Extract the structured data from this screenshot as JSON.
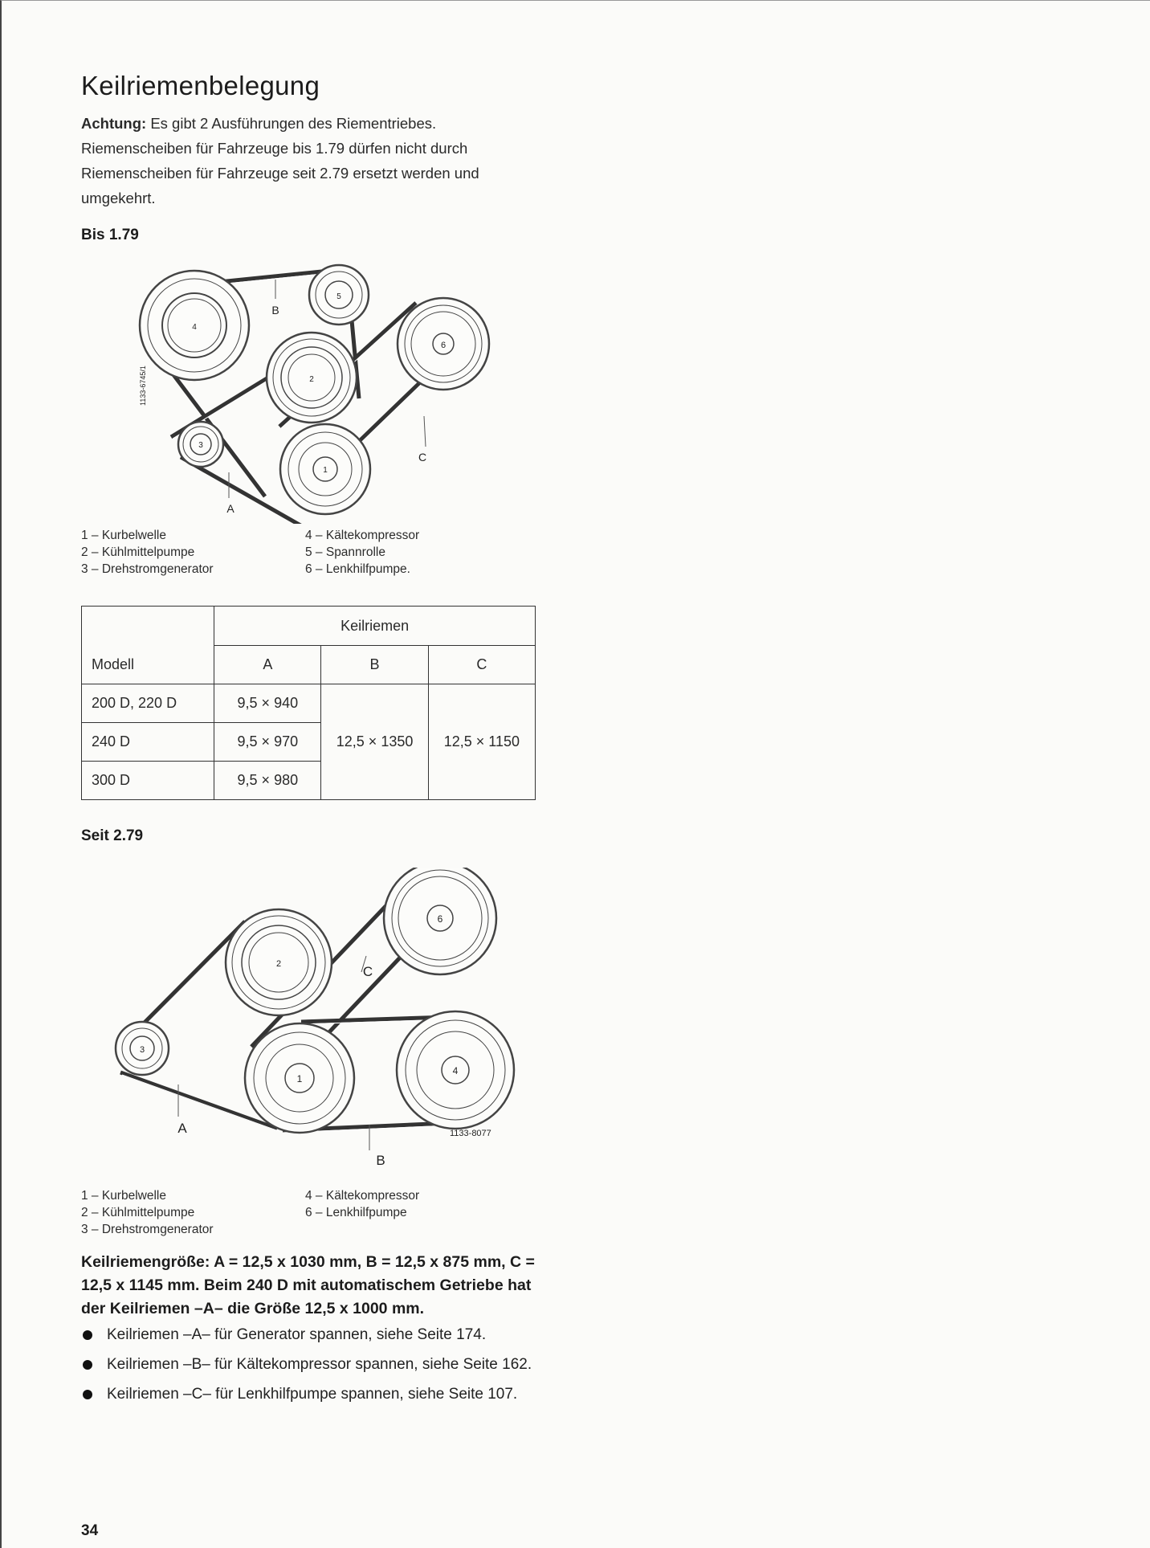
{
  "page": {
    "title": "Keilriemenbelegung",
    "intro_label": "Achtung:",
    "intro_text": " Es gibt 2 Ausführungen des Riementriebes. Riemenscheiben für Fahrzeuge bis 1.79 dürfen nicht durch Riemenscheiben für Fahrzeuge seit 2.79 ersetzt werden und umgekehrt.",
    "page_number": "34"
  },
  "section_old": {
    "label": "Bis 1.79",
    "figure_code": "1133-6745/1",
    "pulleys": {
      "p1": "1",
      "p2": "2",
      "p3": "3",
      "p4": "4",
      "p5": "5",
      "p6": "6"
    },
    "belts": {
      "a": "A",
      "b": "B",
      "c": "C"
    },
    "legend": [
      "1 – Kurbelwelle",
      "2 – Kühlmittelpumpe",
      "3 – Drehstromgenerator",
      "4 – Kältekompressor",
      "5 – Spannrolle",
      "6 – Lenkhilfpumpe."
    ]
  },
  "table": {
    "group_header": "Keilriemen",
    "col_model": "Modell",
    "col_a": "A",
    "col_b": "B",
    "col_c": "C",
    "rows": [
      {
        "model": "200 D, 220 D",
        "a": "9,5 × 940"
      },
      {
        "model": "240 D",
        "a": "9,5 × 970"
      },
      {
        "model": "300 D",
        "a": "9,5 × 980"
      }
    ],
    "b_value": "12,5 × 1350",
    "c_value": "12,5 × 1150"
  },
  "section_new": {
    "label": "Seit 2.79",
    "figure_code": "1133-8077",
    "pulleys": {
      "p1": "1",
      "p2": "2",
      "p3": "3",
      "p4": "4",
      "p6": "6"
    },
    "belts": {
      "a": "A",
      "b": "B",
      "c": "C"
    },
    "legend": [
      "1 – Kurbelwelle",
      "2 – Kühlmittelpumpe",
      "3 – Drehstromgenerator",
      "4 – Kältekompressor",
      "6 – Lenkhilfpumpe"
    ]
  },
  "sizes_text": "Keilriemengröße: A = 12,5 x 1030 mm, B = 12,5 x 875 mm, C = 12,5 x 1145 mm. Beim 240 D mit automatischem Getriebe hat der Keilriemen –A– die Größe 12,5 x 1000 mm.",
  "bullets": [
    "Keilriemen –A– für Generator spannen, siehe Seite 174.",
    "Keilriemen –B– für Kältekompressor spannen, siehe Seite 162.",
    "Keilriemen –C– für Lenkhilfpumpe spannen, siehe Seite 107."
  ]
}
